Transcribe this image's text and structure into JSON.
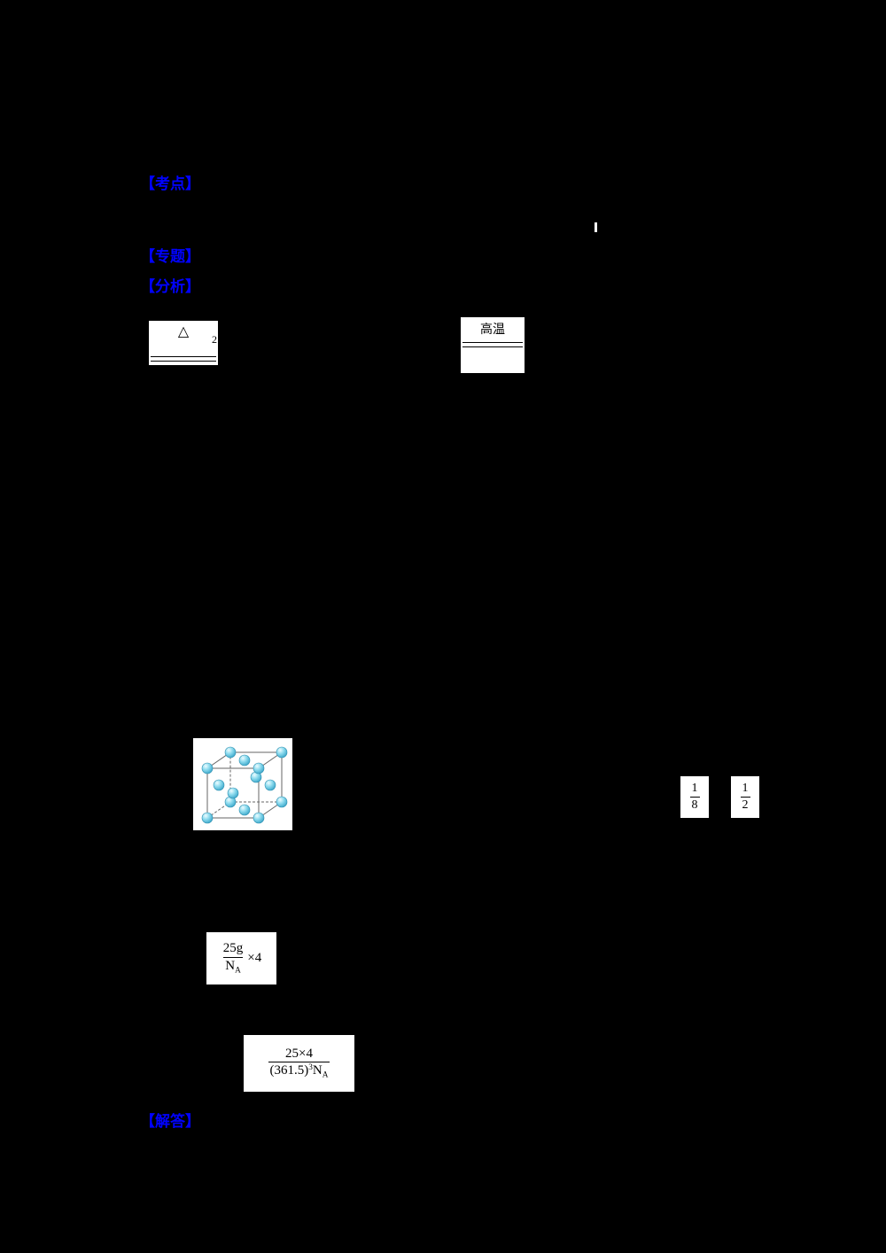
{
  "page": {
    "background": "#000000",
    "label_color": "#0102fe",
    "formula_background": "#ffffff",
    "atom_color": "#7fd4ea"
  },
  "labels": {
    "analysis_point": "【考点】",
    "topic": "【专题】",
    "analysis": "【分析】",
    "answer": "【解答】"
  },
  "reaction_conditions": {
    "delta": {
      "condition": "△",
      "side_mark": "2"
    },
    "high_temp": {
      "condition": "高温"
    }
  },
  "fractions": {
    "eighth": {
      "num": "1",
      "den": "8"
    },
    "half": {
      "num": "1",
      "den": "2"
    }
  },
  "formulas": {
    "mass": {
      "num": "25g",
      "den_base": "N",
      "den_sub": "A",
      "factor": "×4"
    },
    "density": {
      "num": "25×4",
      "den_paren": "(361.5)",
      "den_sup": "3",
      "den_base": "N",
      "den_sub": "A"
    }
  },
  "figure": {
    "crystal_name": "fcc-unit-cell"
  }
}
